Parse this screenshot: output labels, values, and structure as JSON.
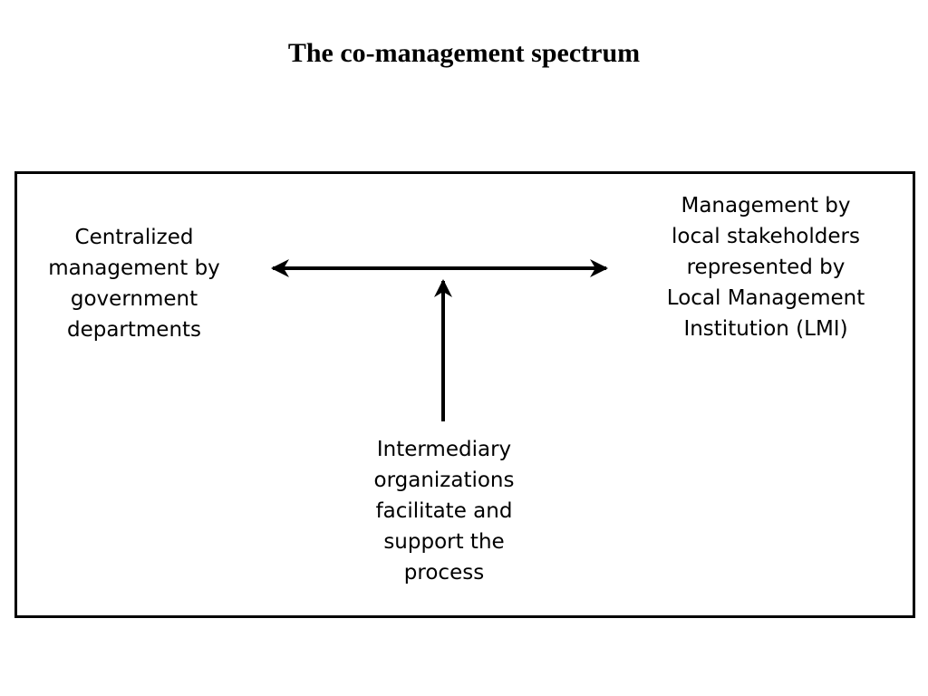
{
  "title": "The co-management spectrum",
  "diagram": {
    "nodes": {
      "left": {
        "lines": [
          "Centralized",
          "management by",
          "government",
          "departments"
        ]
      },
      "right": {
        "lines": [
          "Management by",
          "local stakeholders",
          "represented by",
          "Local Management",
          "Institution (LMI)"
        ]
      },
      "bottom": {
        "lines": [
          "Intermediary",
          "organizations",
          "facilitate and",
          "support the",
          "process"
        ]
      }
    },
    "edges": [
      {
        "from": "left",
        "to": "right",
        "style": "double-headed arrow"
      },
      {
        "from": "bottom",
        "to": "left-right arrow",
        "style": "single-headed arrow"
      }
    ],
    "colors": {
      "ink": "#000000",
      "background": "#ffffff"
    }
  }
}
